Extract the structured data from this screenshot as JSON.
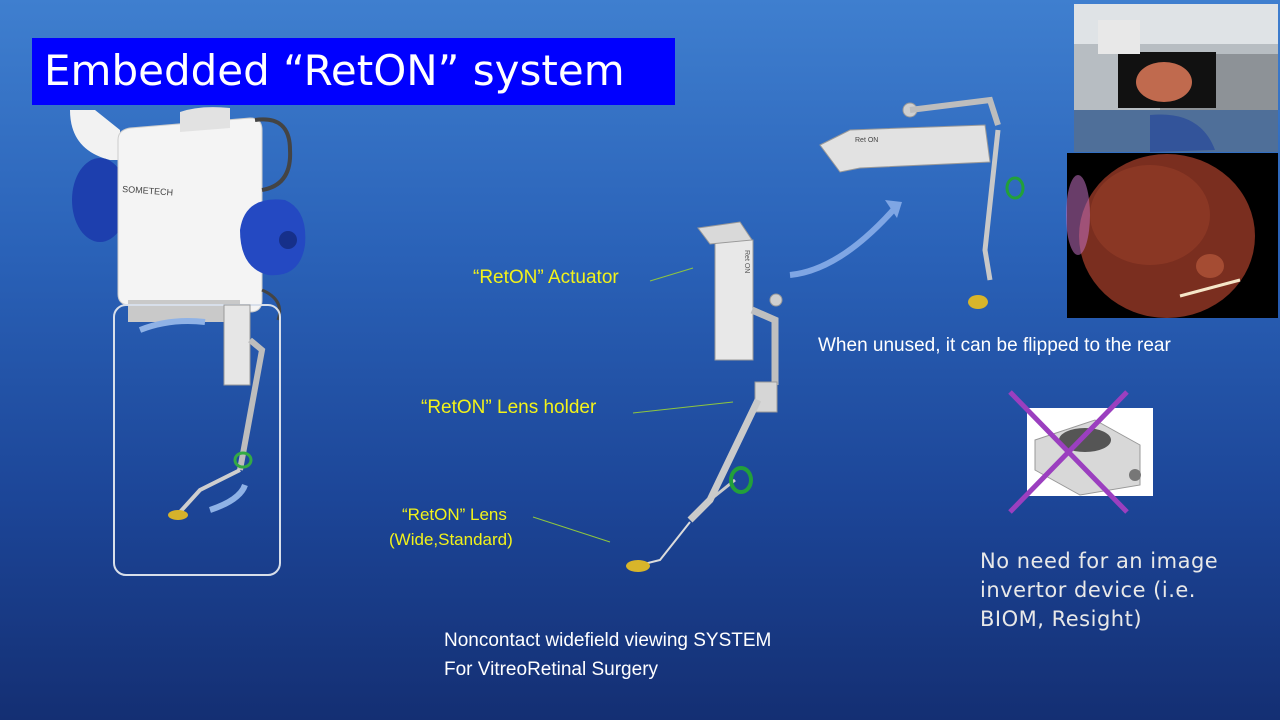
{
  "slide": {
    "title": "Embedded “RetON” system",
    "left_device_brand": "SOMETECH",
    "device_label_top": "Ret ON",
    "labels": {
      "actuator": "“RetON” Actuator",
      "lens_holder": "“RetON” Lens holder",
      "lens_line1": "“RetON” Lens",
      "lens_line2": "(Wide,Standard)"
    },
    "flip_caption": "When unused, it can be flipped to the rear",
    "no_need_text": {
      "line1": "No need for an image",
      "line2": "invertor device (i.e.",
      "line3": "BIOM, Resight)"
    },
    "system_caption": {
      "line1": "Noncontact widefield viewing SYSTEM",
      "line2": "For VitreoRetinal Surgery"
    }
  },
  "colors": {
    "title_bg": "#0000ff",
    "label_yellow": "#f2f21a",
    "cross_purple": "#9b3fbf",
    "arrow_green": "#8ec63f"
  }
}
